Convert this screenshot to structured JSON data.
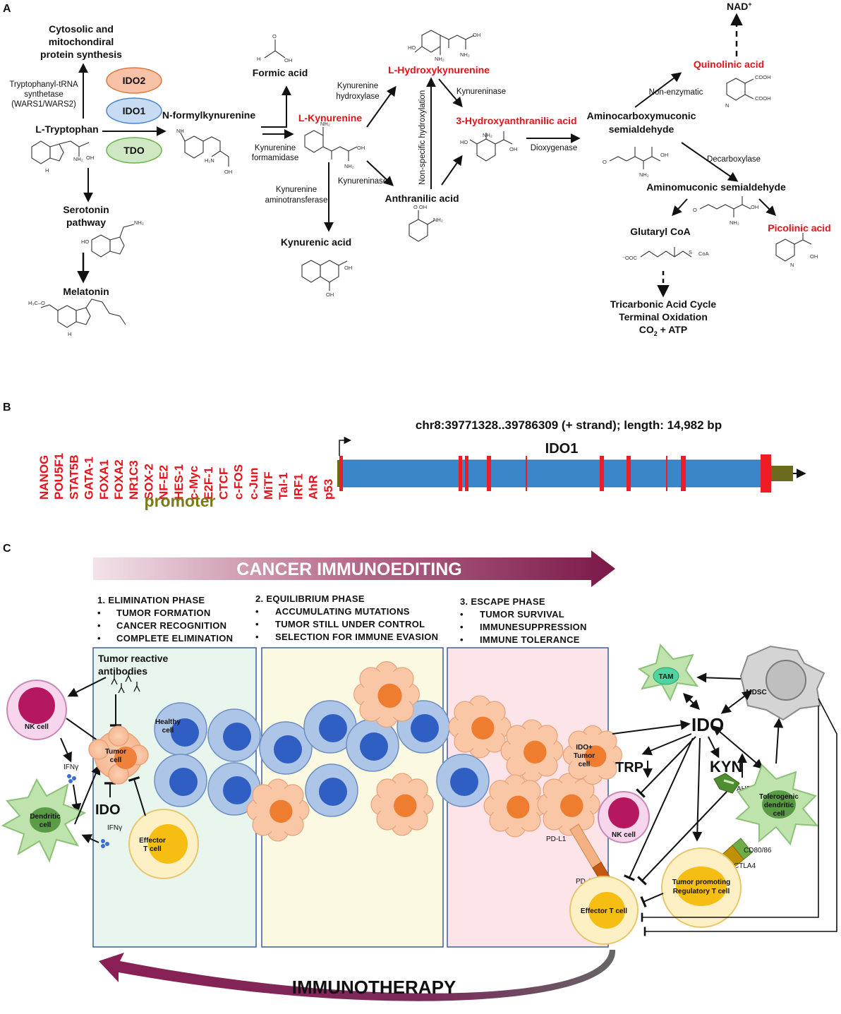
{
  "panels": {
    "a": "A",
    "b": "B",
    "c": "C"
  },
  "pathway": {
    "protein_synthesis": [
      "Cytosolic and",
      "mitochondiral",
      "protein synthesis"
    ],
    "wars": [
      "Tryptophanyl-tRNA",
      "synthetase",
      "(WARS1/WARS2)"
    ],
    "ido2": "IDO2",
    "ido1": "IDO1",
    "tdo": "TDO",
    "tryptophan": "L-Tryptophan",
    "serotonin": [
      "Serotonin",
      "pathway"
    ],
    "melatonin": "Melatonin",
    "nformyl": "N-formylkynurenine",
    "formic": "Formic acid",
    "formamidase": [
      "Kynurenine",
      "formamidase"
    ],
    "kynurenine": "L-Kynurenine",
    "aminotransferase": [
      "Kynurenine",
      "aminotransferase"
    ],
    "kynurenic": "Kynurenic acid",
    "hydroxylase": [
      "Kynurenine",
      "hydroxylase"
    ],
    "hydroxykyn": "L-Hydroxykynurenine",
    "kynureninase1": "Kynureninase",
    "kynureninase2": "Kynureninase",
    "nonspecific": "Non-specific hydroxylation",
    "anthranilic": "Anthranilic acid",
    "hydroxyanth": "3-Hydroxyanthranilic acid",
    "dioxygenase": "Dioxygenase",
    "acms": [
      "Aminocarboxymuconic",
      "semialdehyde"
    ],
    "nonenzymatic": "Non-enzymatic",
    "quinolinic": "Quinolinic acid",
    "nad": "NAD",
    "nad_sup": "+",
    "decarboxylase": "Decarboxylase",
    "ams": "Aminomuconic  semialdehyde",
    "glutaryl": "Glutaryl CoA",
    "picolinic": "Picolinic acid",
    "tca": [
      "Tricarbonic Acid Cycle",
      "Terminal Oxidation"
    ],
    "co2": [
      "CO",
      "2",
      " + ATP"
    ]
  },
  "gene": {
    "location": "chr8:39771328..39786309 (+ strand); length: 14,982 bp",
    "name": "IDO1",
    "promoter": "promoter",
    "transcription_factors": [
      "NANOG",
      "POU5F1",
      "STAT5B",
      "GATA-1",
      "FOXA1",
      "FOXA2",
      "NR1C3",
      "SOX-2",
      "NF-E2",
      "HES-1",
      "c-Myc",
      "E2F-1",
      "CTCF",
      "c-FOS",
      "c-Jun",
      "MiTF",
      "Tal-1",
      "IRF1",
      "AhR",
      "p53"
    ]
  },
  "immuno": {
    "banner": "CANCER IMMUNOEDITING",
    "phases": [
      {
        "title": "1. ELIMINATION PHASE",
        "items": [
          "TUMOR FORMATION",
          "CANCER RECOGNITION",
          "COMPLETE ELIMINATION"
        ]
      },
      {
        "title": "2. EQUILIBRIUM PHASE",
        "items": [
          "ACCUMULATING MUTATIONS",
          "TUMOR STILL UNDER CONTROL",
          "SELECTION FOR IMMUNE EVASION"
        ]
      },
      {
        "title": "3. ESCAPE PHASE",
        "items": [
          "TUMOR SURVIVAL",
          "IMMUNESUPPRESSION",
          "IMMUNE TOLERANCE"
        ]
      }
    ],
    "bullet": "•",
    "antibodies": [
      "Tumor reactive",
      "antibodies"
    ],
    "nk": "NK cell",
    "nk2": "NK cell",
    "ifng1": "IFNγ",
    "ifng2": "IFNγ",
    "tumor": [
      "Tumor",
      "cell"
    ],
    "healthy": [
      "Healthy",
      "cell"
    ],
    "dendritic": [
      "Dendritic",
      "cell"
    ],
    "ido_left": "IDO",
    "effector": [
      "Effector",
      "T cell"
    ],
    "ido_tumor": [
      "IDO+",
      "Tumor",
      "cell"
    ],
    "pdl1": "PD-L1",
    "pd1": "PD-1",
    "effector_right": "Effector T cell",
    "tam": "TAM",
    "mdsc": "MDSC",
    "ido_right": "IDO",
    "trp": "TRP",
    "kyn": "KYN",
    "ahr": "AHR",
    "tolerogenic": [
      "Tolerogenic",
      "dendritic",
      "cell"
    ],
    "cd80": "CD80/86",
    "ctla4": "CTLA4",
    "treg": [
      "Tumor promoting",
      "Regulatory T cell"
    ],
    "immunotherapy": "IMMUNOTHERAPY"
  }
}
